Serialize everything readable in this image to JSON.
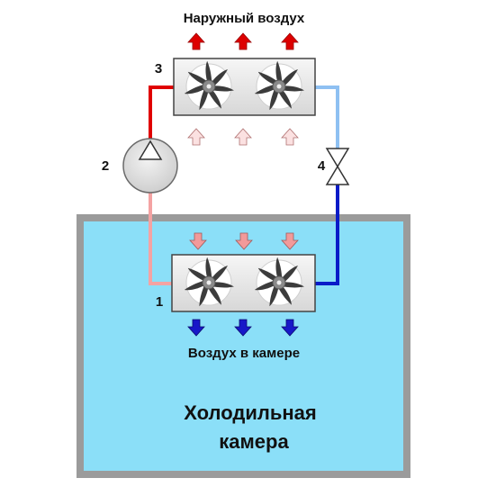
{
  "labels": {
    "outdoor_air": "Наружный воздух",
    "chamber_air": "Воздух в камере",
    "chamber_title_line1": "Холодильная",
    "chamber_title_line2": "камера",
    "num_evaporator": "1",
    "num_compressor": "2",
    "num_condenser": "3",
    "num_valve": "4"
  },
  "colors": {
    "chamber_fill": "#8bdff8",
    "chamber_wall": "#9b9b9b",
    "hot_line": "#e00000",
    "warm_line": "#f4a3a3",
    "cold_line": "#0a1bc8",
    "cool_line": "#8ec0f2",
    "arrow_hot": "#dd0000",
    "arrow_hot_light": "#fbe1e1",
    "arrow_warm": "#f29a9a",
    "arrow_cold": "#1818c8"
  },
  "icons": [
    "fan-icon",
    "compressor-icon",
    "expansion-valve-icon",
    "air-flow-arrow-icon"
  ]
}
